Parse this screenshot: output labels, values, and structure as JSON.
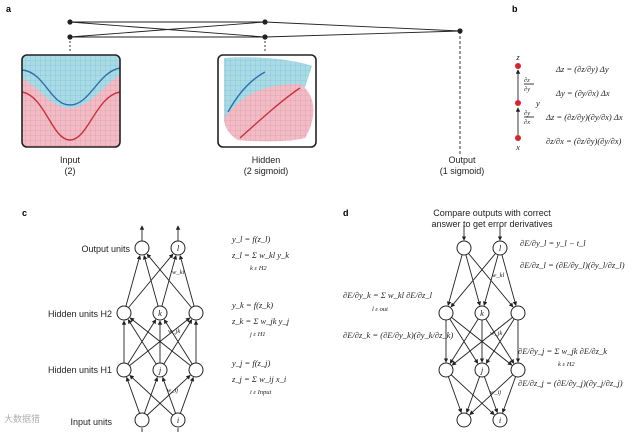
{
  "panels": {
    "a": {
      "label": "a",
      "input_caption": [
        "Input",
        "(2)"
      ],
      "hidden_caption": [
        "Hidden",
        "(2 sigmoid)"
      ],
      "output_caption": [
        "Output",
        "(1 sigmoid)"
      ]
    },
    "b": {
      "label": "b",
      "node_labels": [
        "z",
        "y",
        "x"
      ],
      "edge_labels": [
        {
          "num": "∂z",
          "den": "∂y"
        },
        {
          "num": "∂y",
          "den": "∂x"
        }
      ],
      "equations": [
        "Δz = (∂z/∂y) Δy",
        "Δy = (∂y/∂x) Δx",
        "Δz = (∂z/∂y)(∂y/∂x) Δx",
        "∂z/∂x = (∂z/∂y)(∂y/∂x)"
      ]
    },
    "c": {
      "label": "c",
      "layer_labels": [
        "Output units",
        "Hidden units H2",
        "Hidden units H1",
        "Input units"
      ],
      "node_letters": [
        "l",
        "k",
        "j",
        "i"
      ],
      "weight_labels": [
        "w_kl",
        "w_jk",
        "w_ij"
      ],
      "equations": [
        [
          "y_l = f(z_l)",
          "z_l = Σ w_kl y_k",
          "k ε H2"
        ],
        [
          "y_k = f(z_k)",
          "z_k = Σ w_jk y_j",
          "j ε H1"
        ],
        [
          "y_j = f(z_j)",
          "z_j = Σ w_ij x_i",
          "i ε Input"
        ]
      ]
    },
    "d": {
      "label": "d",
      "caption": [
        "Compare outputs with correct",
        "answer to get error derivatives"
      ],
      "node_letters": [
        "l",
        "k",
        "j",
        "i"
      ],
      "weight_labels": [
        "w_kl",
        "w_jk",
        "w_ij"
      ],
      "right_equations": [
        "∂E/∂y_l = y_l − t_l",
        "∂E/∂z_l = (∂E/∂y_l)(∂y_l/∂z_l)",
        "∂E/∂y_j = Σ w_jk ∂E/∂z_k",
        "k ε H2",
        "∂E/∂z_j = (∂E/∂y_j)(∂y_j/∂z_j)"
      ],
      "left_equations": [
        "∂E/∂y_k = Σ w_kl ∂E/∂z_l",
        "l ε out",
        "∂E/∂z_k = (∂E/∂y_k)(∂y_k/∂z_k)"
      ]
    }
  },
  "watermark": "大数据猎",
  "colors": {
    "blue_region": "#a9dbe6",
    "pink_region": "#f2bcc6",
    "blue_curve": "#2f6fb0",
    "red_curve": "#c8323c",
    "node_dot": "#d9232f"
  }
}
